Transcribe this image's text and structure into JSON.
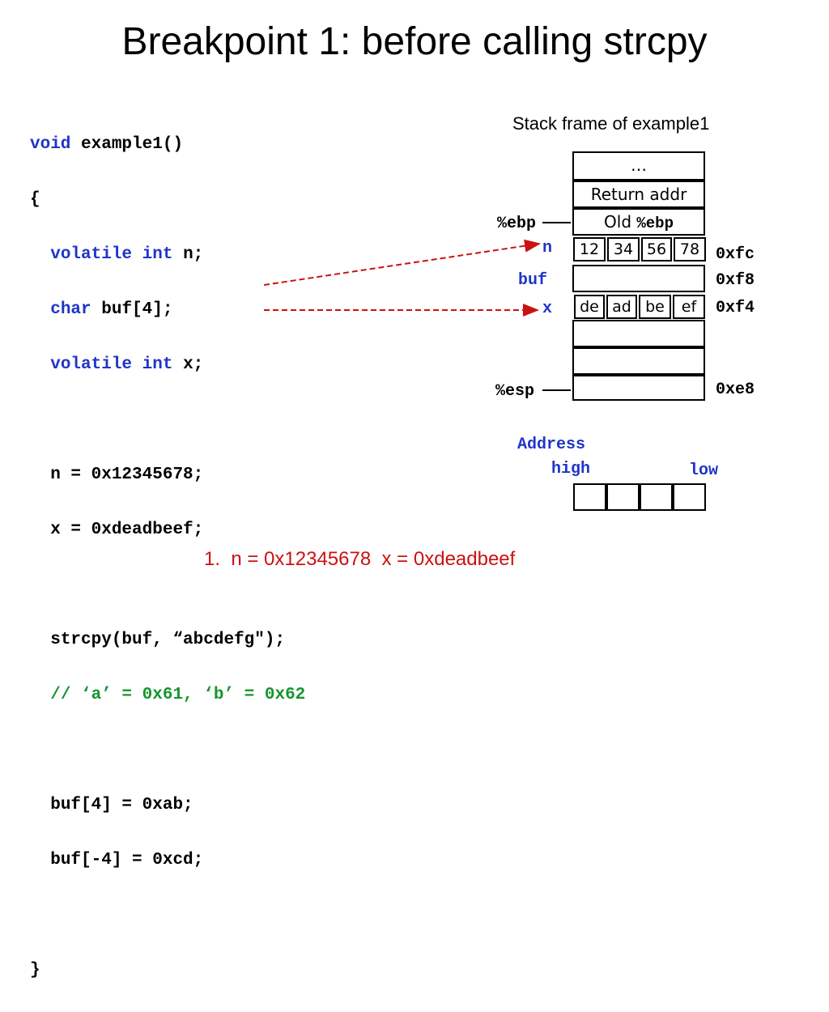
{
  "slide": {
    "title": "Breakpoint 1: before calling strcpy",
    "note": "1.  n = 0x12345678  x = 0xdeadbeef"
  },
  "code": {
    "line1_kw": "void",
    "line1_rest": " example1()",
    "line2": "{",
    "line3_kw1": "volatile",
    "line3_kw2": "int",
    "line3_rest": " n;",
    "line4_kw": "char",
    "line4_rest": " buf[4];",
    "line5_kw1": "volatile",
    "line5_kw2": "int",
    "line5_rest": " x;",
    "line6": "n = 0x12345678;",
    "line7": "x = 0xdeadbeef;",
    "line8": "strcpy(buf, “abcdefg\");",
    "line9_comment": "// ‘a’ = 0x61, ‘b’ = 0x62",
    "line10": "buf[4] = 0xab;",
    "line11": "buf[-4] = 0xcd;",
    "line12": "}"
  },
  "stack": {
    "caption": "Stack frame of example1",
    "cell_dots": "…",
    "cell_return": "Return addr",
    "cell_old_text": "Old ",
    "cell_old_reg": "%ebp",
    "n_bytes": [
      "12",
      "34",
      "56",
      "78"
    ],
    "x_bytes": [
      "de",
      "ad",
      "be",
      "ef"
    ],
    "labels": {
      "ebp": "%ebp",
      "n": "n",
      "buf": "buf",
      "x": "x",
      "esp": "%esp"
    },
    "addresses": {
      "fc": "0xfc",
      "f8": "0xf8",
      "f4": "0xf4",
      "e8": "0xe8"
    }
  },
  "address_legend": {
    "title": "Address",
    "high": "high",
    "low": "low",
    "box_count": 4
  },
  "colors": {
    "keyword": "#1f35c8",
    "comment": "#15962e",
    "arrow": "#cc1111",
    "note": "#cc1111"
  }
}
